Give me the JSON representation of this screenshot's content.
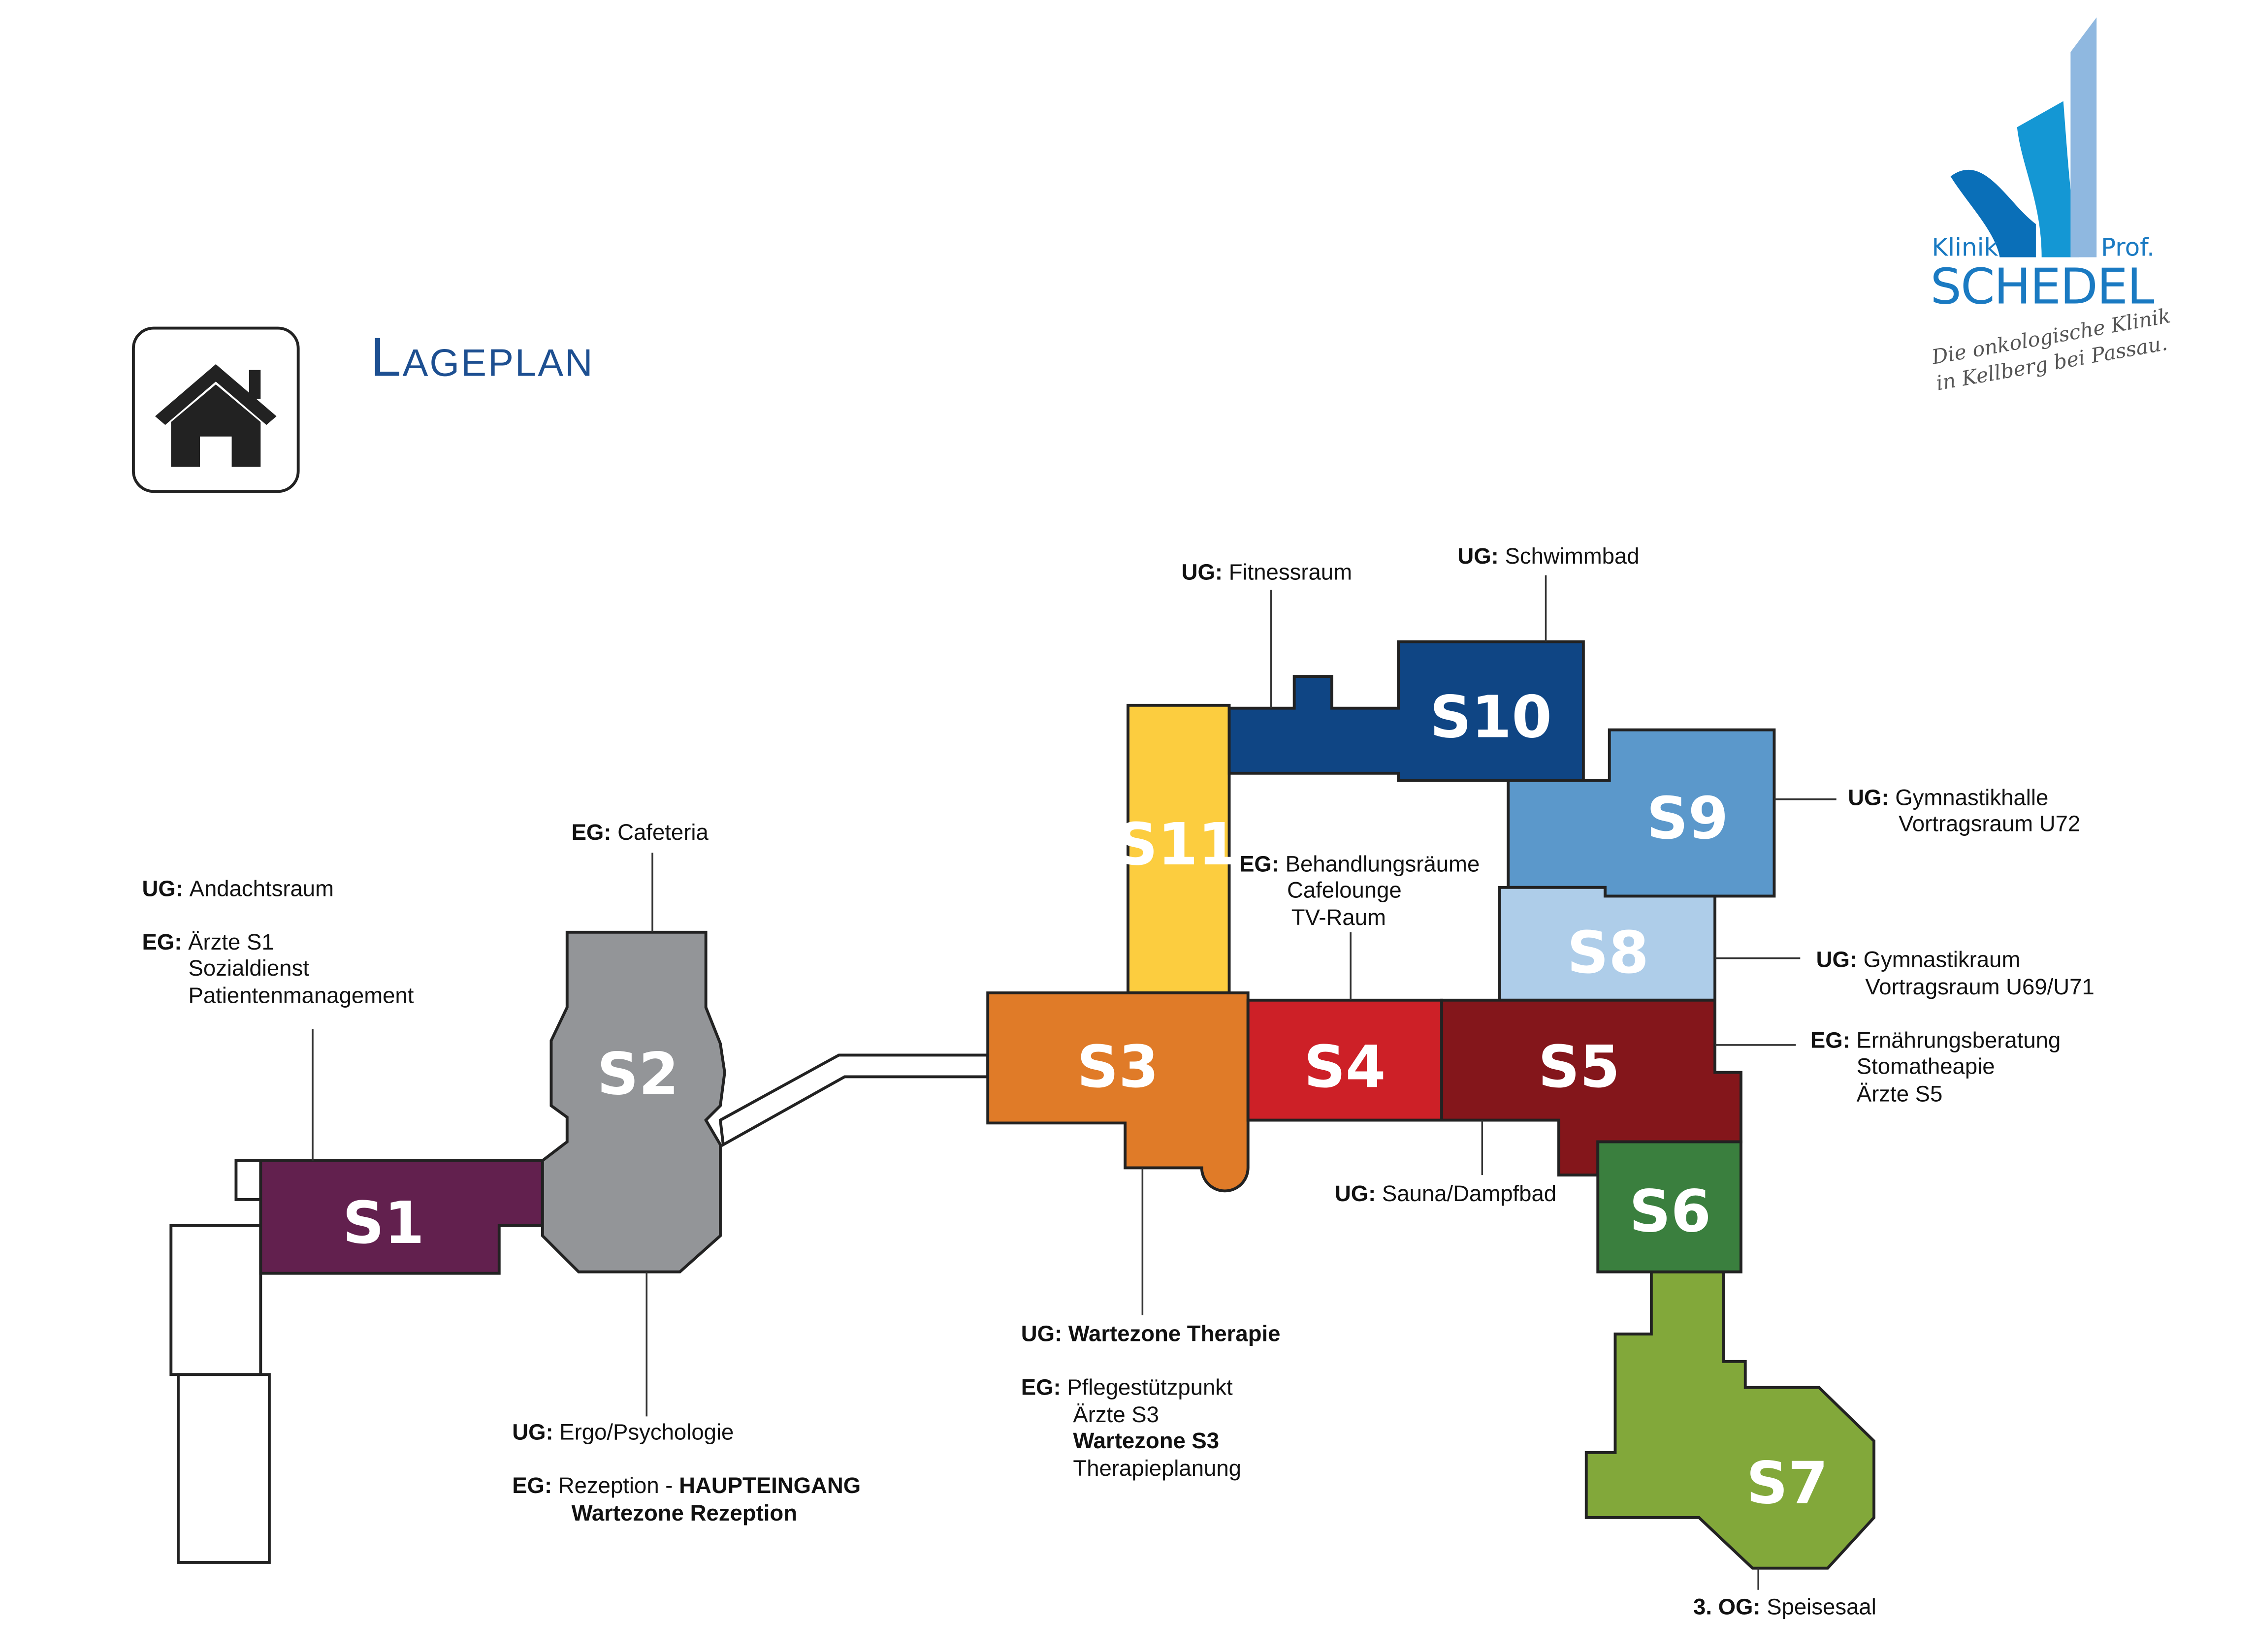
{
  "header": {
    "title": "Lageplan",
    "home_icon": "home-icon"
  },
  "logo": {
    "line1_left": "Klinik",
    "line1_right": "Prof.",
    "name": "SCHEDEL",
    "tagline1": "Die onkologische Klinik",
    "tagline2": "in Kellberg bei Passau.",
    "colors": [
      "#0a6fb8",
      "#1497d4",
      "#8fb8e0"
    ]
  },
  "buildings": {
    "s1": {
      "label": "S1",
      "color": "#62204e"
    },
    "s2": {
      "label": "S2",
      "color": "#939598"
    },
    "s3": {
      "label": "S3",
      "color": "#e07b28"
    },
    "s4": {
      "label": "S4",
      "color": "#cd2027"
    },
    "s5": {
      "label": "S5",
      "color": "#84161b"
    },
    "s6": {
      "label": "S6",
      "color": "#3a7f3e"
    },
    "s7": {
      "label": "S7",
      "color": "#82a83a"
    },
    "s8": {
      "label": "S8",
      "color": "#aecde9"
    },
    "s9": {
      "label": "S9",
      "color": "#5b98cb"
    },
    "s10": {
      "label": "S10",
      "color": "#0f4584"
    },
    "s11": {
      "label": "S11",
      "color": "#fccd3f"
    }
  },
  "annotations": {
    "s1": {
      "ug_key": "UG:",
      "ug": "Andachtsraum",
      "eg_key": "EG:",
      "eg1": "Ärzte S1",
      "eg2": "Sozialdienst",
      "eg3": "Patientenmanagement"
    },
    "s2_top": {
      "key": "EG:",
      "text": "Cafeteria"
    },
    "s2_bottom": {
      "ug_key": "UG:",
      "ug": "Ergo/Psychologie",
      "eg_key": "EG:",
      "eg1": "Rezeption - ",
      "eg1_bold": "HAUPTEINGANG",
      "eg2": "Wartezone Rezeption"
    },
    "s3": {
      "ug_key": "UG:",
      "ug": "Wartezone Therapie",
      "eg_key": "EG:",
      "eg1": "Pflegestützpunkt",
      "eg2": "Ärzte S3",
      "eg3": "Wartezone S3",
      "eg4": "Therapieplanung"
    },
    "s4": {
      "key": "EG:",
      "line1": "Behandlungsräume",
      "line2": "Cafelounge",
      "line3": "TV-Raum"
    },
    "s5_bottom": {
      "key": "UG:",
      "text": "Sauna/Dampfbad"
    },
    "s5_right": {
      "key": "EG:",
      "line1": "Ernährungsberatung",
      "line2": "Stomatheapie",
      "line3": "Ärzte S5"
    },
    "s7": {
      "key": "3. OG:",
      "text": "Speisesaal"
    },
    "s8": {
      "key": "UG:",
      "line1": "Gymnastikraum",
      "line2": "Vortragsraum U69/U71"
    },
    "s9": {
      "key": "UG:",
      "line1": "Gymnastikhalle",
      "line2": "Vortragsraum U72"
    },
    "s10": {
      "key": "UG:",
      "text": "Schwimmbad"
    },
    "s11": {
      "key": "UG:",
      "text": "Fitnessraum"
    }
  }
}
